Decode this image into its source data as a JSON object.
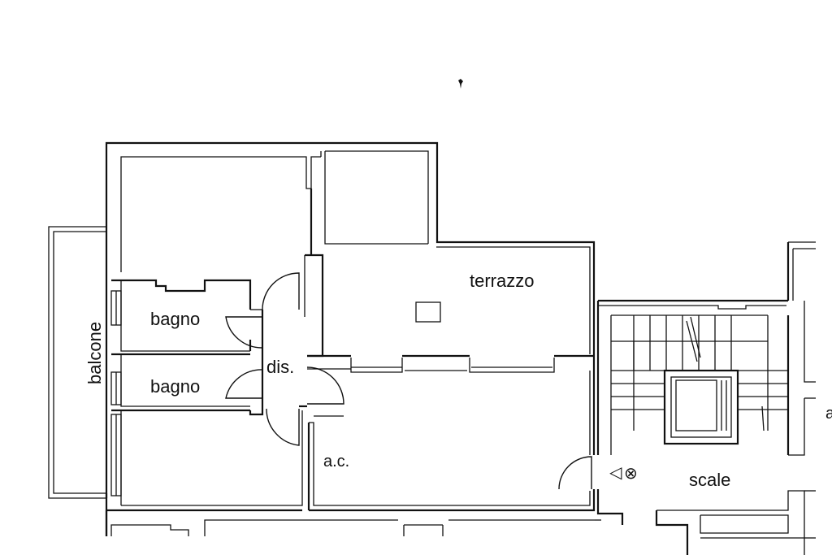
{
  "rooms": {
    "terrazzo": "terrazzo",
    "bagno_upper": "bagno",
    "bagno_lower": "bagno",
    "balcone": "balcone",
    "dis": "dis.",
    "ac": "a.c.",
    "scale": "scale"
  },
  "symbols": {
    "arrow_mark": "◁",
    "circle_mark": "⊗"
  },
  "edge_glyph": "a"
}
